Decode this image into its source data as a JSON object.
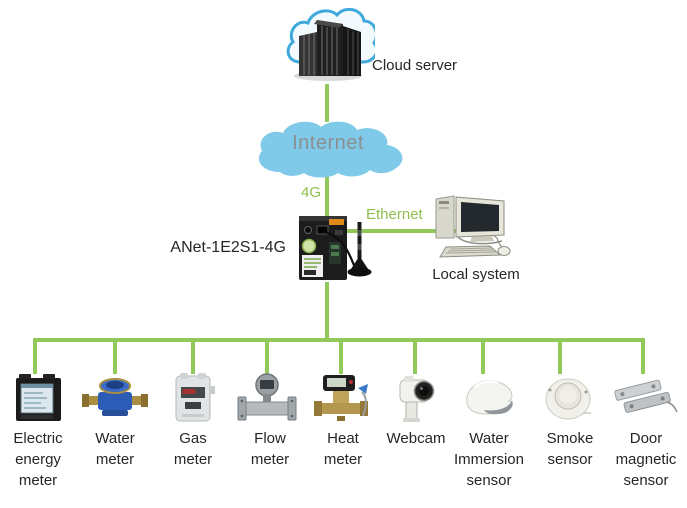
{
  "diagram": {
    "cloud_server": {
      "label": "Cloud server"
    },
    "internet": {
      "label": "Internet"
    },
    "links": {
      "g4": "4G",
      "ethernet": "Ethernet"
    },
    "gateway": {
      "label": "ANet-1E2S1-4G"
    },
    "local_system": {
      "label": "Local system"
    },
    "devices": [
      {
        "label": "Electric energy meter"
      },
      {
        "label": "Water meter"
      },
      {
        "label": "Gas meter"
      },
      {
        "label": "Flow meter"
      },
      {
        "label": "Heat meter"
      },
      {
        "label": "Webcam"
      },
      {
        "label": "Water Immersion sensor"
      },
      {
        "label": "Smoke sensor"
      },
      {
        "label": "Door magnetic sensor"
      }
    ],
    "colors": {
      "line_green": "#92c85a",
      "label_green": "#8fbe4f",
      "cloud_blue": "#7fc9e9",
      "cloud_outline_blue": "#3fa9dc",
      "cloud_text_gray": "#8c9091",
      "text_black": "#262626"
    }
  }
}
